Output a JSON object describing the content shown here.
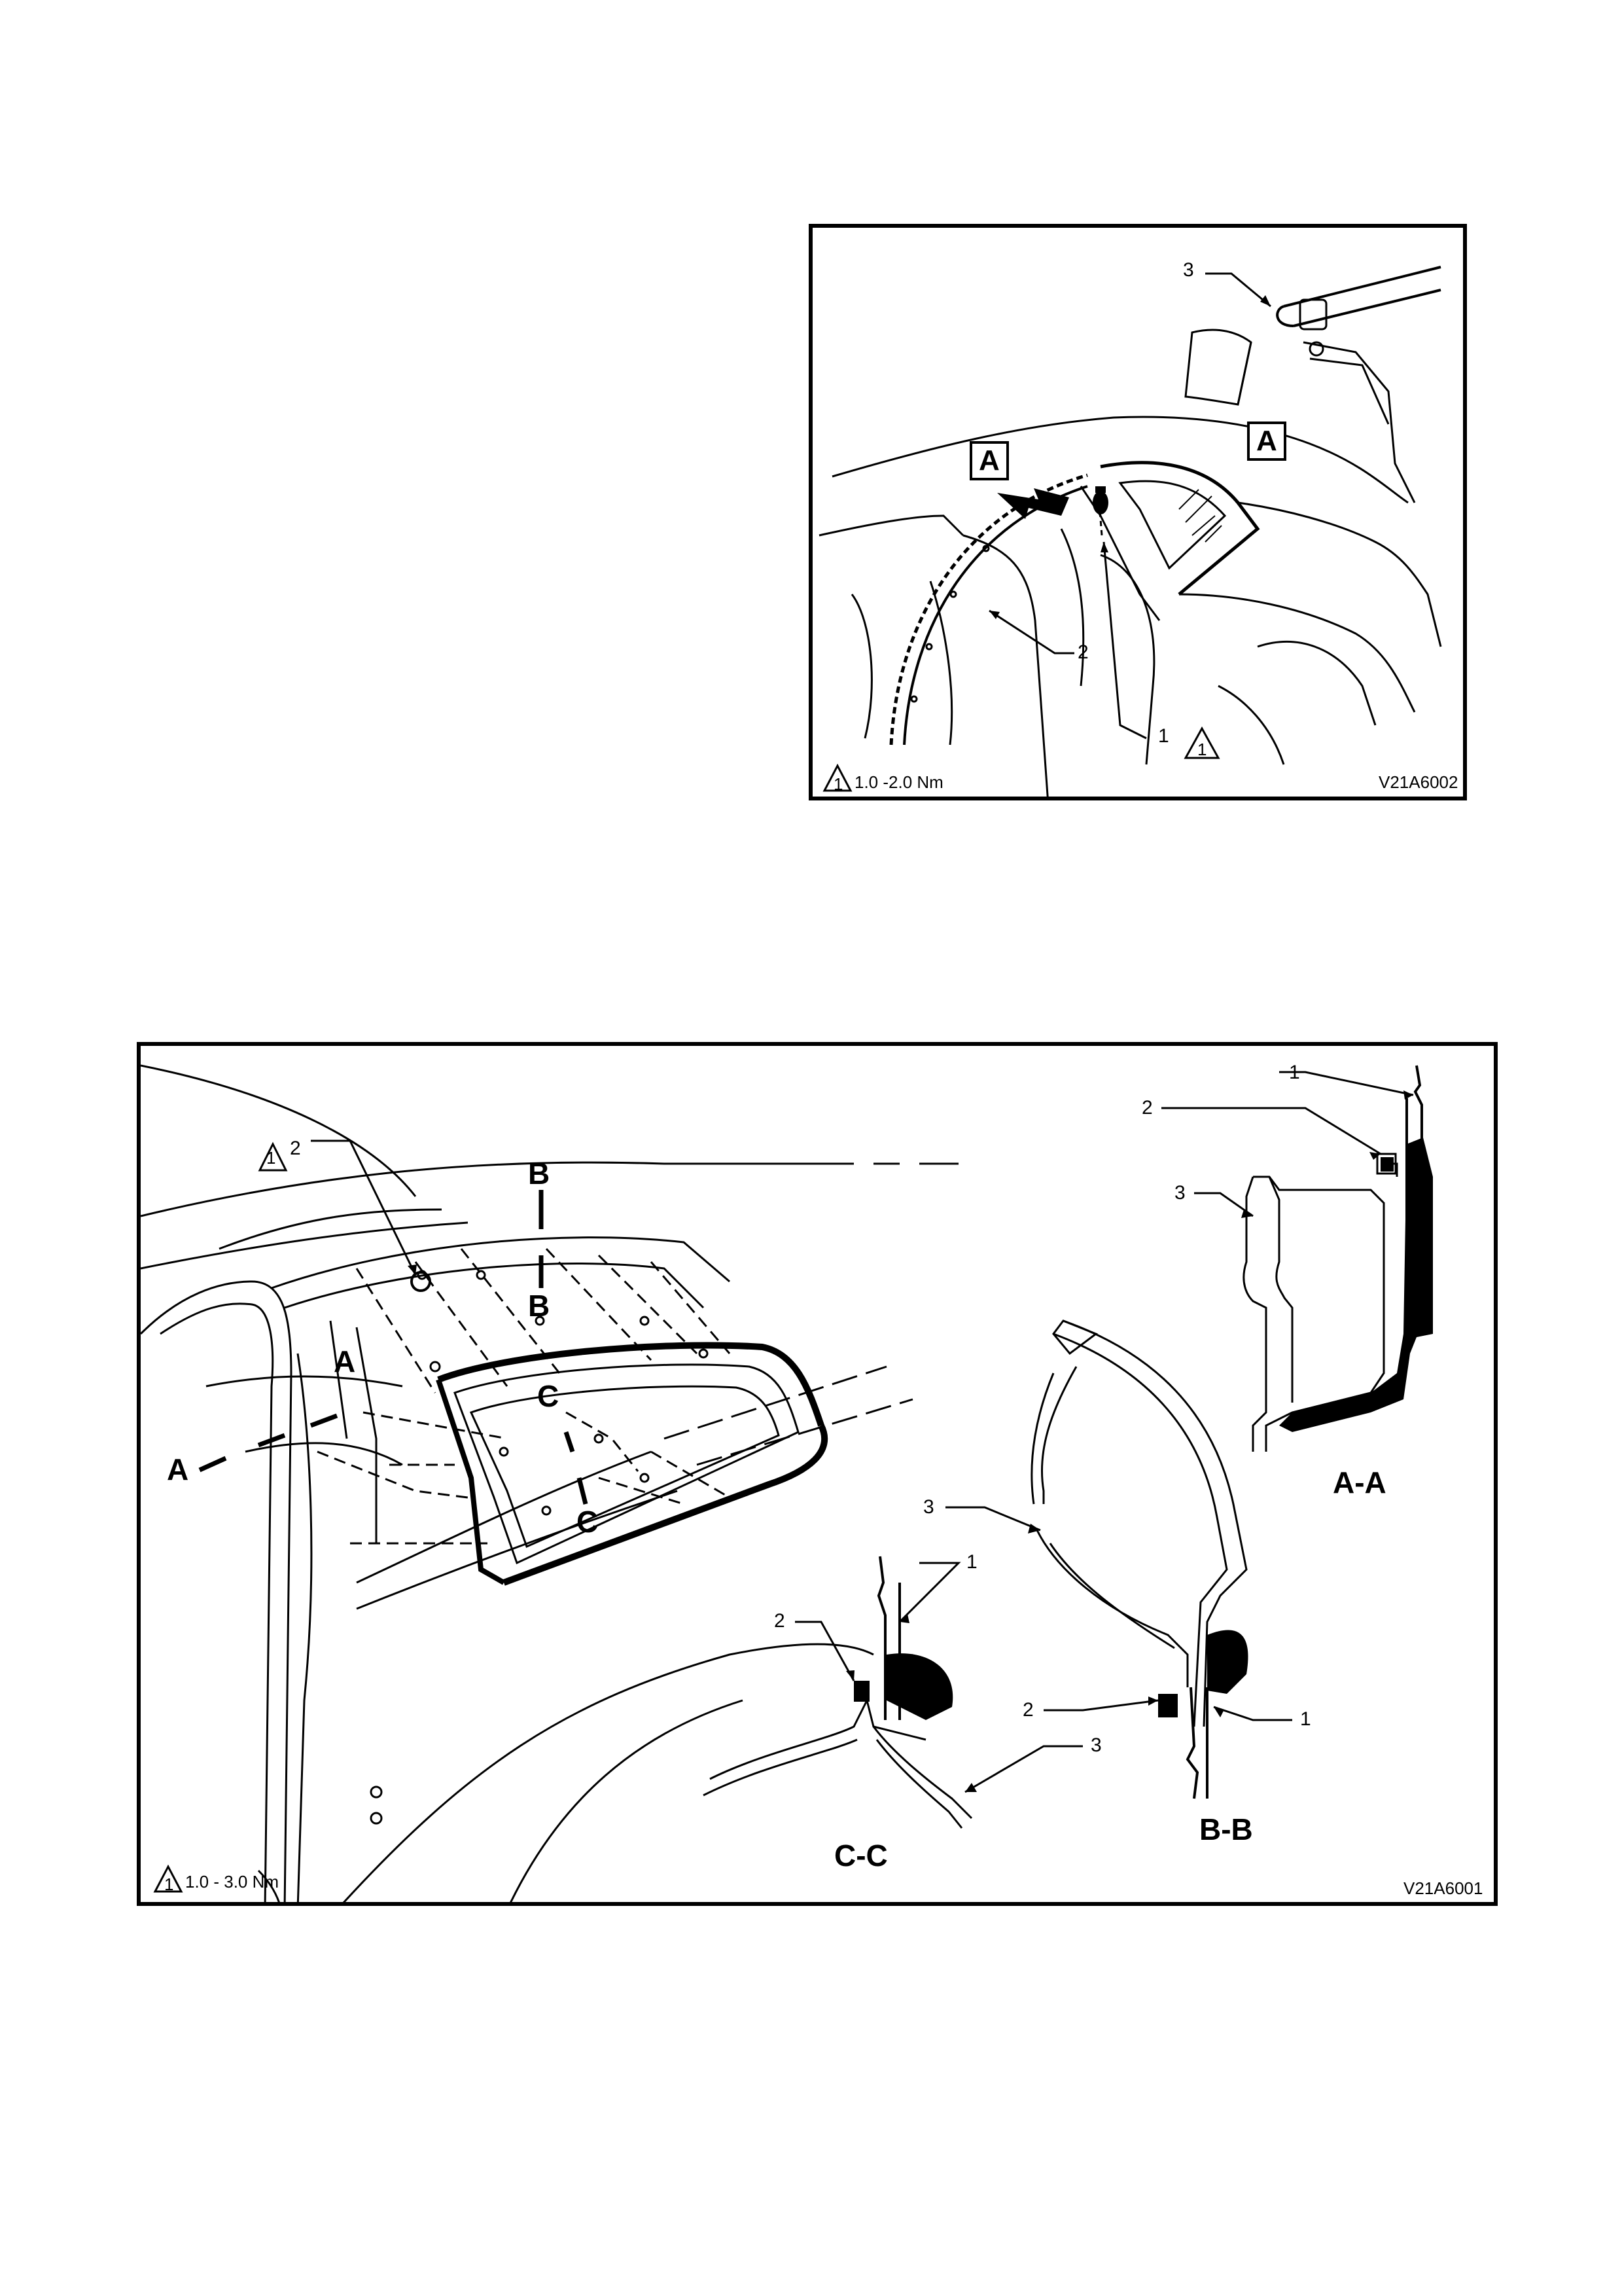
{
  "figure1": {
    "view_label": "A",
    "detail_label": "A",
    "callout_1": "1",
    "callout_2": "2",
    "callout_3": "3",
    "torque_note": "1.0 -2.0 Nm",
    "torque_ref": "1",
    "drawing_code": "V21A6002"
  },
  "figure2": {
    "callout_2_top": "2",
    "torque_ref_top": "1",
    "section_marks": {
      "a_left": "A",
      "a_right": "A",
      "b_top": "B",
      "b_bottom": "B",
      "c_top": "C",
      "c_bottom": "C"
    },
    "section_aa": {
      "title": "A-A",
      "c1": "1",
      "c2": "2",
      "c3": "3"
    },
    "section_bb": {
      "title": "B-B",
      "c1": "1",
      "c2": "2",
      "c3": "3"
    },
    "section_cc": {
      "title": "C-C",
      "c1": "1",
      "c2": "2",
      "c3": "3"
    },
    "torque_note": "1.0 - 3.0 Nm",
    "torque_ref": "1",
    "drawing_code": "V21A6001"
  }
}
